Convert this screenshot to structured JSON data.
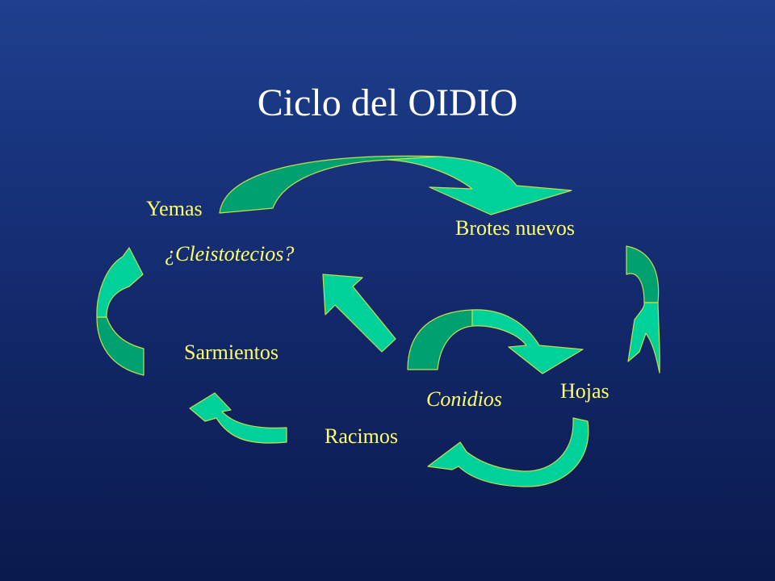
{
  "title": "Ciclo del OIDIO",
  "stages": {
    "yemas": "Yemas",
    "brotes": "Brotes nuevos",
    "cleistotecios": "¿Cleistotecios?",
    "sarmientos": "Sarmientos",
    "hojas": "Hojas",
    "conidios": "Conidios",
    "racimos": "Racimos"
  },
  "colors": {
    "text": "#ffffff",
    "italic_text": "#ffff66",
    "arrow_light": "#00d09a",
    "arrow_dark": "#00a070",
    "arrow_outline": "#c6e04a"
  }
}
